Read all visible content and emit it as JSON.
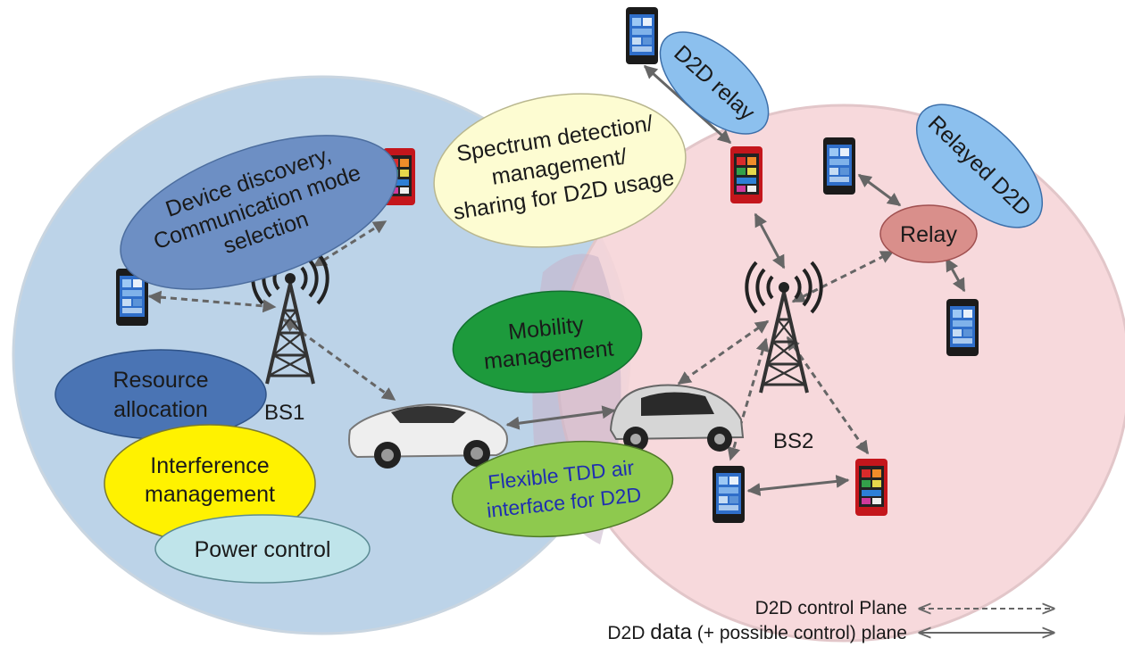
{
  "labels": {
    "device_discovery": [
      "Device discovery,",
      "Communication mode",
      "selection"
    ],
    "spectrum": [
      "Spectrum detection/",
      "management/",
      "sharing for D2D usage"
    ],
    "d2d_relay": "D2D relay",
    "relayed_d2d": "Relayed D2D",
    "relay": "Relay",
    "mobility": [
      "Mobility",
      "management"
    ],
    "resource": [
      "Resource",
      "allocation"
    ],
    "interference": [
      "Interference",
      "management"
    ],
    "power": "Power control",
    "tdd": [
      "Flexible TDD air",
      "interface for D2D"
    ],
    "bs1": "BS1",
    "bs2": "BS2"
  },
  "legend": {
    "control": "D2D control Plane",
    "data_prefix": "D2D ",
    "data_word": "data",
    "data_suffix": " (+ possible control) plane"
  },
  "colors": {
    "cell_left": "#bcd3e8",
    "cell_right": "#f6d5d8",
    "discovery": "#6d8fc4",
    "spectrum": "#fdfcd2",
    "d2d_relay": "#8cc0ee",
    "relay": "#d98f8b",
    "mobility": "#1d9a3c",
    "resource": "#4a74b4",
    "interference": "#fff200",
    "power": "#bfe4ea",
    "tdd": "#8ec94e",
    "tdd_text": "#1f2fb0",
    "arrow": "#666666"
  }
}
